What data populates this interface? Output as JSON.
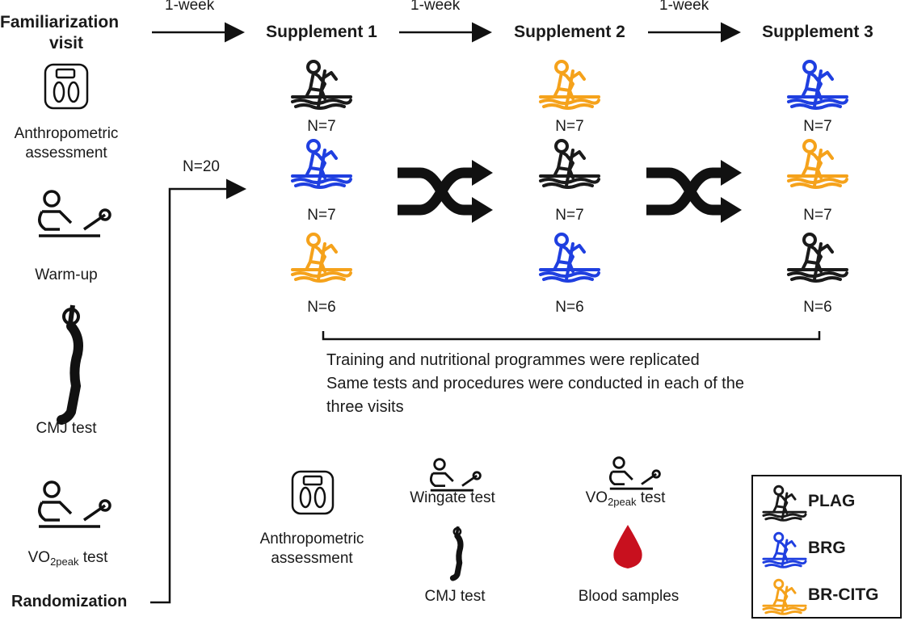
{
  "familiarization": {
    "title_line1": "Familiarization",
    "title_line2": "visit",
    "items": [
      "Anthropometric assessment",
      "Warm-up",
      "CMJ test",
      "VO2peak test"
    ],
    "anthropometric_line1": "Anthropometric",
    "anthropometric_line2": "assessment",
    "warmup": "Warm-up",
    "cmj": "CMJ test",
    "vo2_main": "VO",
    "vo2_sub": "2peak",
    "vo2_suffix": " test"
  },
  "randomization": {
    "label": "Randomization",
    "n_total": "N=20"
  },
  "arrows": {
    "week_label": "1-week"
  },
  "supplements": [
    {
      "title": "Supplement 1",
      "groups": [
        {
          "color": "#1a1a1a",
          "n": "N=7"
        },
        {
          "color": "#1f3fe0",
          "n": "N=7"
        },
        {
          "color": "#f5a21b",
          "n": "N=6"
        }
      ]
    },
    {
      "title": "Supplement 2",
      "groups": [
        {
          "color": "#f5a21b",
          "n": "N=7"
        },
        {
          "color": "#1a1a1a",
          "n": "N=7"
        },
        {
          "color": "#1f3fe0",
          "n": "N=6"
        }
      ]
    },
    {
      "title": "Supplement 3",
      "groups": [
        {
          "color": "#1f3fe0",
          "n": "N=7"
        },
        {
          "color": "#f5a21b",
          "n": "N=7"
        },
        {
          "color": "#1a1a1a",
          "n": "N=6"
        }
      ]
    }
  ],
  "notes": {
    "line1": "Training and nutritional programmes were replicated",
    "line2": "Same tests and procedures were conducted in each of the",
    "line3": "three visits"
  },
  "visit_tests": {
    "anthropometric_line1": "Anthropometric",
    "anthropometric_line2": "assessment",
    "wingate": "Wingate test",
    "cmj": "CMJ test",
    "vo2_main": "VO",
    "vo2_sub": "2peak",
    "vo2_suffix": " test",
    "blood": "Blood samples"
  },
  "legend": [
    {
      "label": "PLAG",
      "color": "#1a1a1a"
    },
    {
      "label": "BRG",
      "color": "#1f3fe0"
    },
    {
      "label": "BR-CITG",
      "color": "#f5a21b"
    }
  ],
  "colors": {
    "placebo": "#1a1a1a",
    "brg": "#1f3fe0",
    "br_citg": "#f5a21b",
    "blood": "#c8101e"
  }
}
